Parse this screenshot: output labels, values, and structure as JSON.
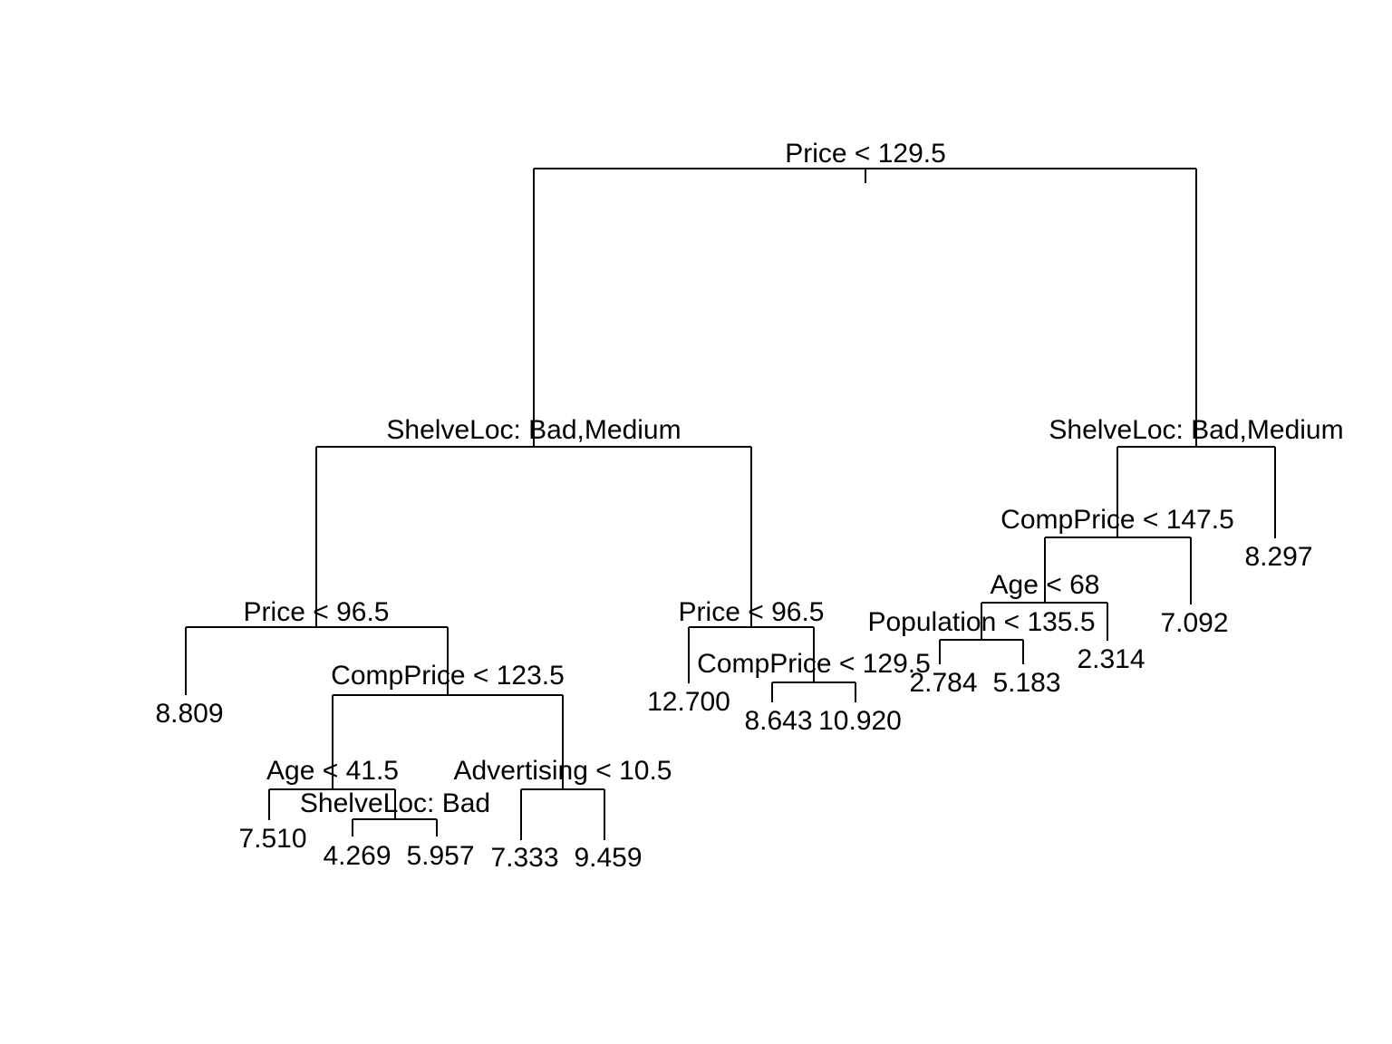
{
  "tree": {
    "root": {
      "split": "Price < 129.5",
      "left": {
        "split": "ShelveLoc: Bad,Medium",
        "left": {
          "split": "Price < 96.5",
          "left": {
            "leaf": "8.809"
          },
          "right": {
            "split": "CompPrice < 123.5",
            "left": {
              "split": "Age < 41.5",
              "left": {
                "leaf": "7.510"
              },
              "right": {
                "split": "ShelveLoc: Bad",
                "left": {
                  "leaf": "4.269"
                },
                "right": {
                  "leaf": "5.957"
                }
              }
            },
            "right": {
              "split": "Advertising < 10.5",
              "left": {
                "leaf": "7.333"
              },
              "right": {
                "leaf": "9.459"
              }
            }
          }
        },
        "right": {
          "split": "Price < 96.5",
          "left": {
            "leaf": "12.700"
          },
          "right": {
            "split": "CompPrice < 129.5",
            "left": {
              "leaf": "8.643"
            },
            "right": {
              "leaf": "10.920"
            }
          }
        }
      },
      "right": {
        "split": "ShelveLoc: Bad,Medium",
        "left": {
          "split": "CompPrice < 147.5",
          "left": {
            "split": "Age < 68",
            "left": {
              "split": "Population < 135.5",
              "left": {
                "leaf": "2.784"
              },
              "right": {
                "leaf": "5.183"
              }
            },
            "right": {
              "leaf": "2.314"
            }
          },
          "right": {
            "leaf": "7.092"
          }
        },
        "right": {
          "leaf": "8.297"
        }
      }
    }
  }
}
